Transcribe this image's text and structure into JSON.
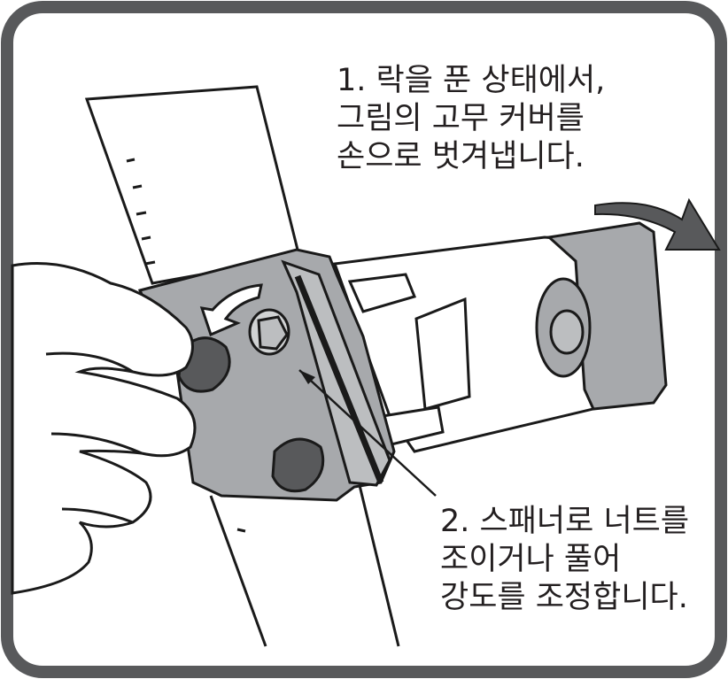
{
  "colors": {
    "frame_border": "#58595b",
    "line_art": "#1a1a1a",
    "gray_part": "#a7a9ac",
    "dark_cap": "#58595b",
    "arrow_fill": "#58595b",
    "text": "#231f20"
  },
  "step1": {
    "lines": [
      "1. 락을 푼 상태에서,",
      "그림의 고무 커버를",
      "손으로 벗겨냅니다."
    ]
  },
  "step2": {
    "lines": [
      "2. 스패너로 너트를",
      "조이거나 풀어",
      "강도를 조정합니다."
    ]
  },
  "icons": [
    "rotation-arrow-icon",
    "removal-arrow-icon"
  ]
}
